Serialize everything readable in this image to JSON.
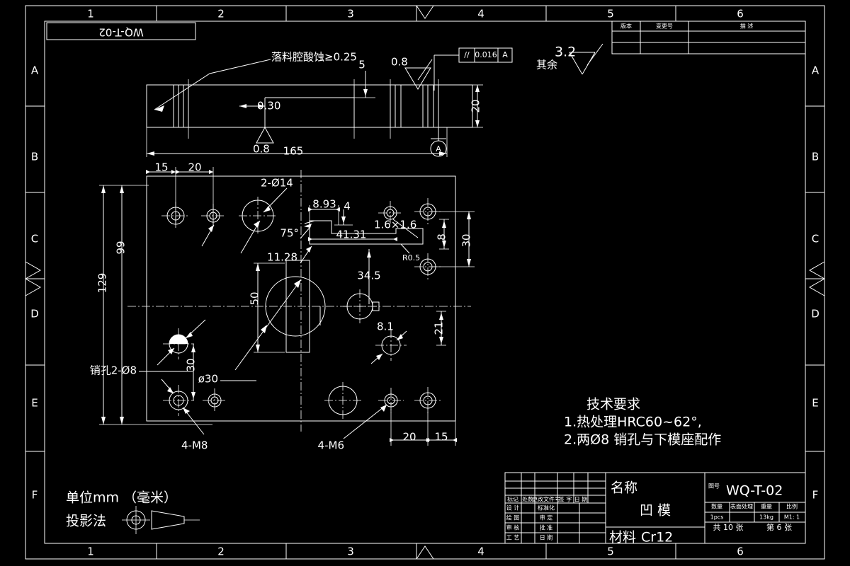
{
  "drawing": {
    "title_top_left_box": "WQ-T-02",
    "zones_top": [
      "1",
      "2",
      "3",
      "4",
      "5",
      "6"
    ],
    "zones_bottom": [
      "1",
      "2",
      "3",
      "4",
      "5",
      "6"
    ],
    "zones_left": [
      "A",
      "B",
      "C",
      "D",
      "E",
      "F"
    ],
    "zones_right": [
      "A",
      "B",
      "C",
      "D",
      "E",
      "F"
    ]
  },
  "revision_table": {
    "headers": [
      "版本",
      "变更号",
      "描 述"
    ],
    "rows": [
      [
        "",
        "",
        ""
      ],
      [
        "",
        "",
        ""
      ]
    ]
  },
  "annotations": {
    "gdt": {
      "symbol": "//",
      "tolerance": "0.016",
      "datum": "A"
    },
    "surface_default_value": "3.2",
    "surface_default_label": "其余",
    "datum_label": "A",
    "etch_note": "落料腔酸蚀≥0.25",
    "etch_dim": "0.30",
    "roughness_08_a": "0.8",
    "roughness_08_b": "0.8"
  },
  "dimensions": {
    "side_thickness": "20",
    "side_step": "5",
    "overall_width": "165",
    "left_step_15": "15",
    "left_step_20": "20",
    "height_99": "99",
    "height_129": "129",
    "holes_2xd14": "2-Ø14",
    "dim_8_93": "8.93",
    "dim_4": "4",
    "dim_41_31": "41.31",
    "chamfer_1_6": "1.6×1.6",
    "dim_8": "8",
    "dim_30_right": "30",
    "radius_r05": "R0.5",
    "angle_75": "75°",
    "dim_11_28": "11.28",
    "dim_34_5": "34.5",
    "dim_50": "50",
    "bore_d30": "ø30",
    "pin_holes": "销孔2-Ø8",
    "dim_30_left": "30",
    "threads_m8": "4-M8",
    "threads_m6": "4-M6",
    "hole_8_1": "8.1",
    "dim_21": "21",
    "bottom_20": "20",
    "bottom_15": "15"
  },
  "tech_requirements": {
    "heading": "技术要求",
    "items": [
      "1.热处理HRC60~62°,",
      "2.两Ø8 销孔与下模座配作"
    ]
  },
  "legend": {
    "units": "单位mm （毫米）",
    "projection": "投影法"
  },
  "title_block": {
    "name_label": "名称",
    "name_value": "凹    模",
    "material_label": "材料",
    "material_value": "Cr12",
    "drawing_no_label": "图号",
    "drawing_no_value": "WQ-T-02",
    "qty_header": "数量",
    "qty_value": "1pcs",
    "surface_header": "表面处理",
    "surface_value": "",
    "weight_header": "重量",
    "weight_value": "13kg",
    "scale_header": "比例",
    "scale_value": "M1: 1",
    "sheet_total": "共 10 张",
    "sheet_current": "第 6 张",
    "rev_headers": [
      "标记",
      "处数",
      "更改文件号",
      "签 字",
      "日 期"
    ],
    "sign_rows": [
      [
        "设 计",
        "",
        "标准化",
        ""
      ],
      [
        "绘 图",
        "",
        "审 定",
        ""
      ],
      [
        "审 核",
        "",
        "批 准",
        ""
      ],
      [
        "工 艺",
        "",
        "日 期",
        ""
      ]
    ]
  }
}
